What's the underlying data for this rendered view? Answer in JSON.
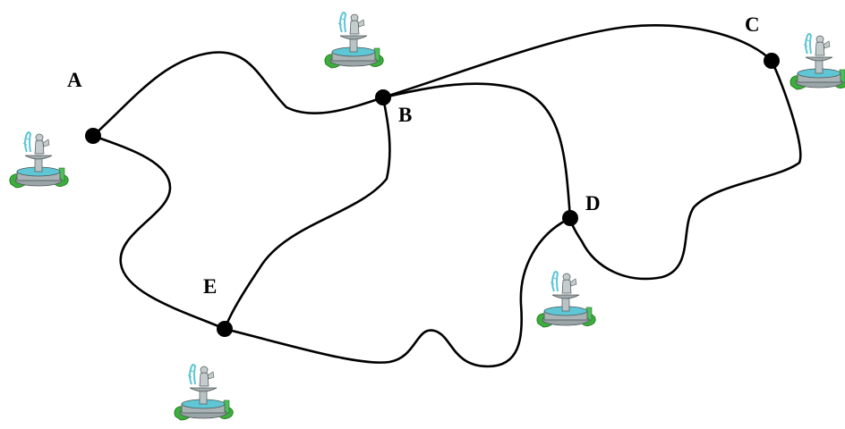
{
  "graph": {
    "nodes": [
      {
        "id": "A",
        "label": "A"
      },
      {
        "id": "B",
        "label": "B"
      },
      {
        "id": "C",
        "label": "C"
      },
      {
        "id": "D",
        "label": "D"
      },
      {
        "id": "E",
        "label": "E"
      }
    ],
    "edges": [
      {
        "from": "A",
        "to": "B"
      },
      {
        "from": "A",
        "to": "E"
      },
      {
        "from": "B",
        "to": "C"
      },
      {
        "from": "B",
        "to": "D"
      },
      {
        "from": "B",
        "to": "E"
      },
      {
        "from": "C",
        "to": "D"
      },
      {
        "from": "D",
        "to": "E"
      }
    ],
    "fountain_icons": [
      {
        "near": "A",
        "icon": "fountain-icon"
      },
      {
        "near": "B",
        "icon": "fountain-icon"
      },
      {
        "near": "C",
        "icon": "fountain-icon"
      },
      {
        "near": "D",
        "icon": "fountain-icon"
      },
      {
        "near": "E",
        "icon": "fountain-icon"
      }
    ],
    "colors": {
      "line": "#000000",
      "fountain_stone": "#8f9a9c",
      "fountain_water": "#5ec6d4",
      "foliage": "#3cae3c"
    }
  }
}
